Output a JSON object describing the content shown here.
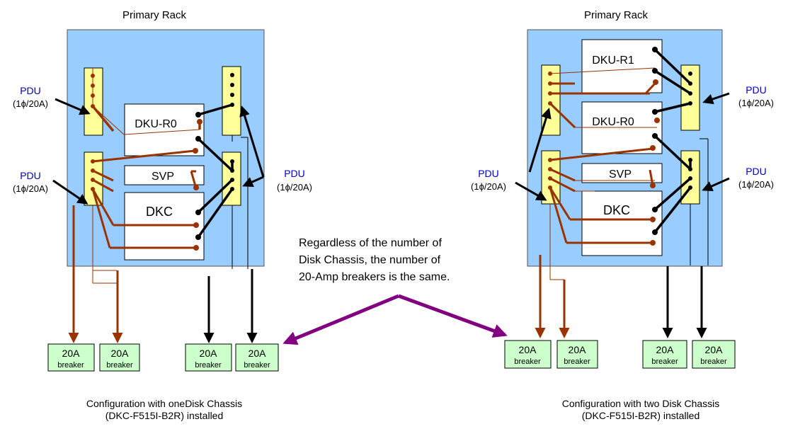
{
  "left": {
    "rack_title": "Primary Rack",
    "pdu_top": {
      "label": "PDU",
      "rating": "(1ϕ/20A)"
    },
    "pdu_bottom": {
      "label": "PDU",
      "rating": "(1ϕ/20A)"
    },
    "pdu_right": {
      "label": "PDU",
      "rating": "(1ϕ/20A)"
    },
    "modules": [
      "DKU-R0",
      "SVP",
      "DKC"
    ],
    "breakers": [
      {
        "value": "20A",
        "label": "breaker"
      },
      {
        "value": "20A",
        "label": "breaker"
      },
      {
        "value": "20A",
        "label": "breaker"
      },
      {
        "value": "20A",
        "label": "breaker"
      }
    ],
    "caption_line1": "Configuration with oneDisk Chassis",
    "caption_line2": "(DKC-F515I-B2R) installed"
  },
  "right": {
    "rack_title": "Primary Rack",
    "pdu_left": {
      "label": "PDU",
      "rating": "(1ϕ/20A)"
    },
    "pdu_right_top": {
      "label": "PDU",
      "rating": "(1ϕ/20A)"
    },
    "pdu_right_bottom": {
      "label": "PDU",
      "rating": "(1ϕ/20A)"
    },
    "modules": [
      "DKU-R1",
      "DKU-R0",
      "SVP",
      "DKC"
    ],
    "breakers": [
      {
        "value": "20A",
        "label": "breaker"
      },
      {
        "value": "20A",
        "label": "breaker"
      },
      {
        "value": "20A",
        "label": "breaker"
      },
      {
        "value": "20A",
        "label": "breaker"
      }
    ],
    "caption_line1": "Configuration with two Disk Chassis",
    "caption_line2": "(DKC-F515I-B2R) installed"
  },
  "note": {
    "line1": "Regardless of the number of",
    "line2": "Disk Chassis, the number of",
    "line3": "20-Amp breakers is the same."
  },
  "colors": {
    "rack_fill": "#99ccff",
    "pdu_fill": "#ffff99",
    "breaker_fill": "#ccffcc",
    "brown_cable": "#993300",
    "black_cable": "#000000",
    "purple_arrow": "#800080",
    "pdu_text": "#0000cc"
  }
}
